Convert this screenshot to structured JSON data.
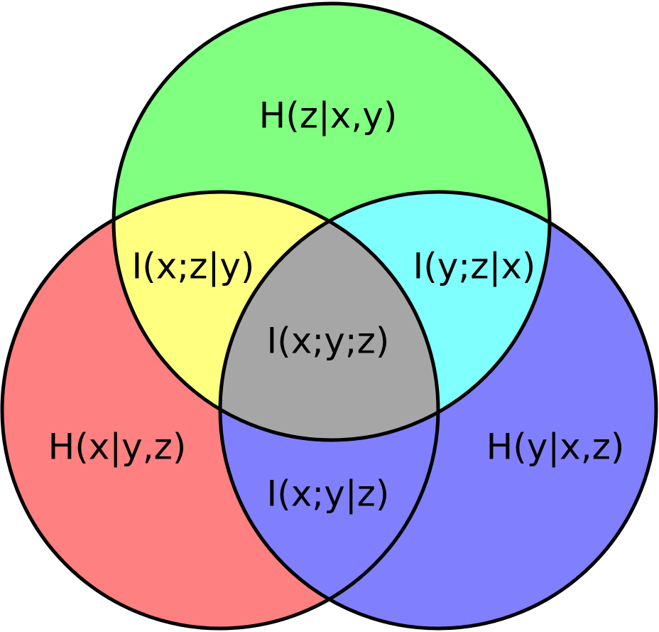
{
  "diagram": {
    "colors": {
      "x_only": "#ff8080",
      "y_only": "#8080ff",
      "z_only": "#80ff80",
      "xz_overlap": "#ffff80",
      "yz_overlap": "#80ffff",
      "xy_overlap": "#8080ff",
      "center": "#a6a6a6",
      "outline": "#000000"
    },
    "labels": {
      "h_z_given_xy": "H(z|x,y)",
      "i_xz_given_y": "I(x;z|y)",
      "i_yz_given_x": "I(y;z|x)",
      "i_xyz": "I(x;y;z)",
      "h_x_given_yz": "H(x|y,z)",
      "i_xy_given_z": "I(x;y|z)",
      "h_y_given_xz": "H(y|x,z)"
    }
  }
}
